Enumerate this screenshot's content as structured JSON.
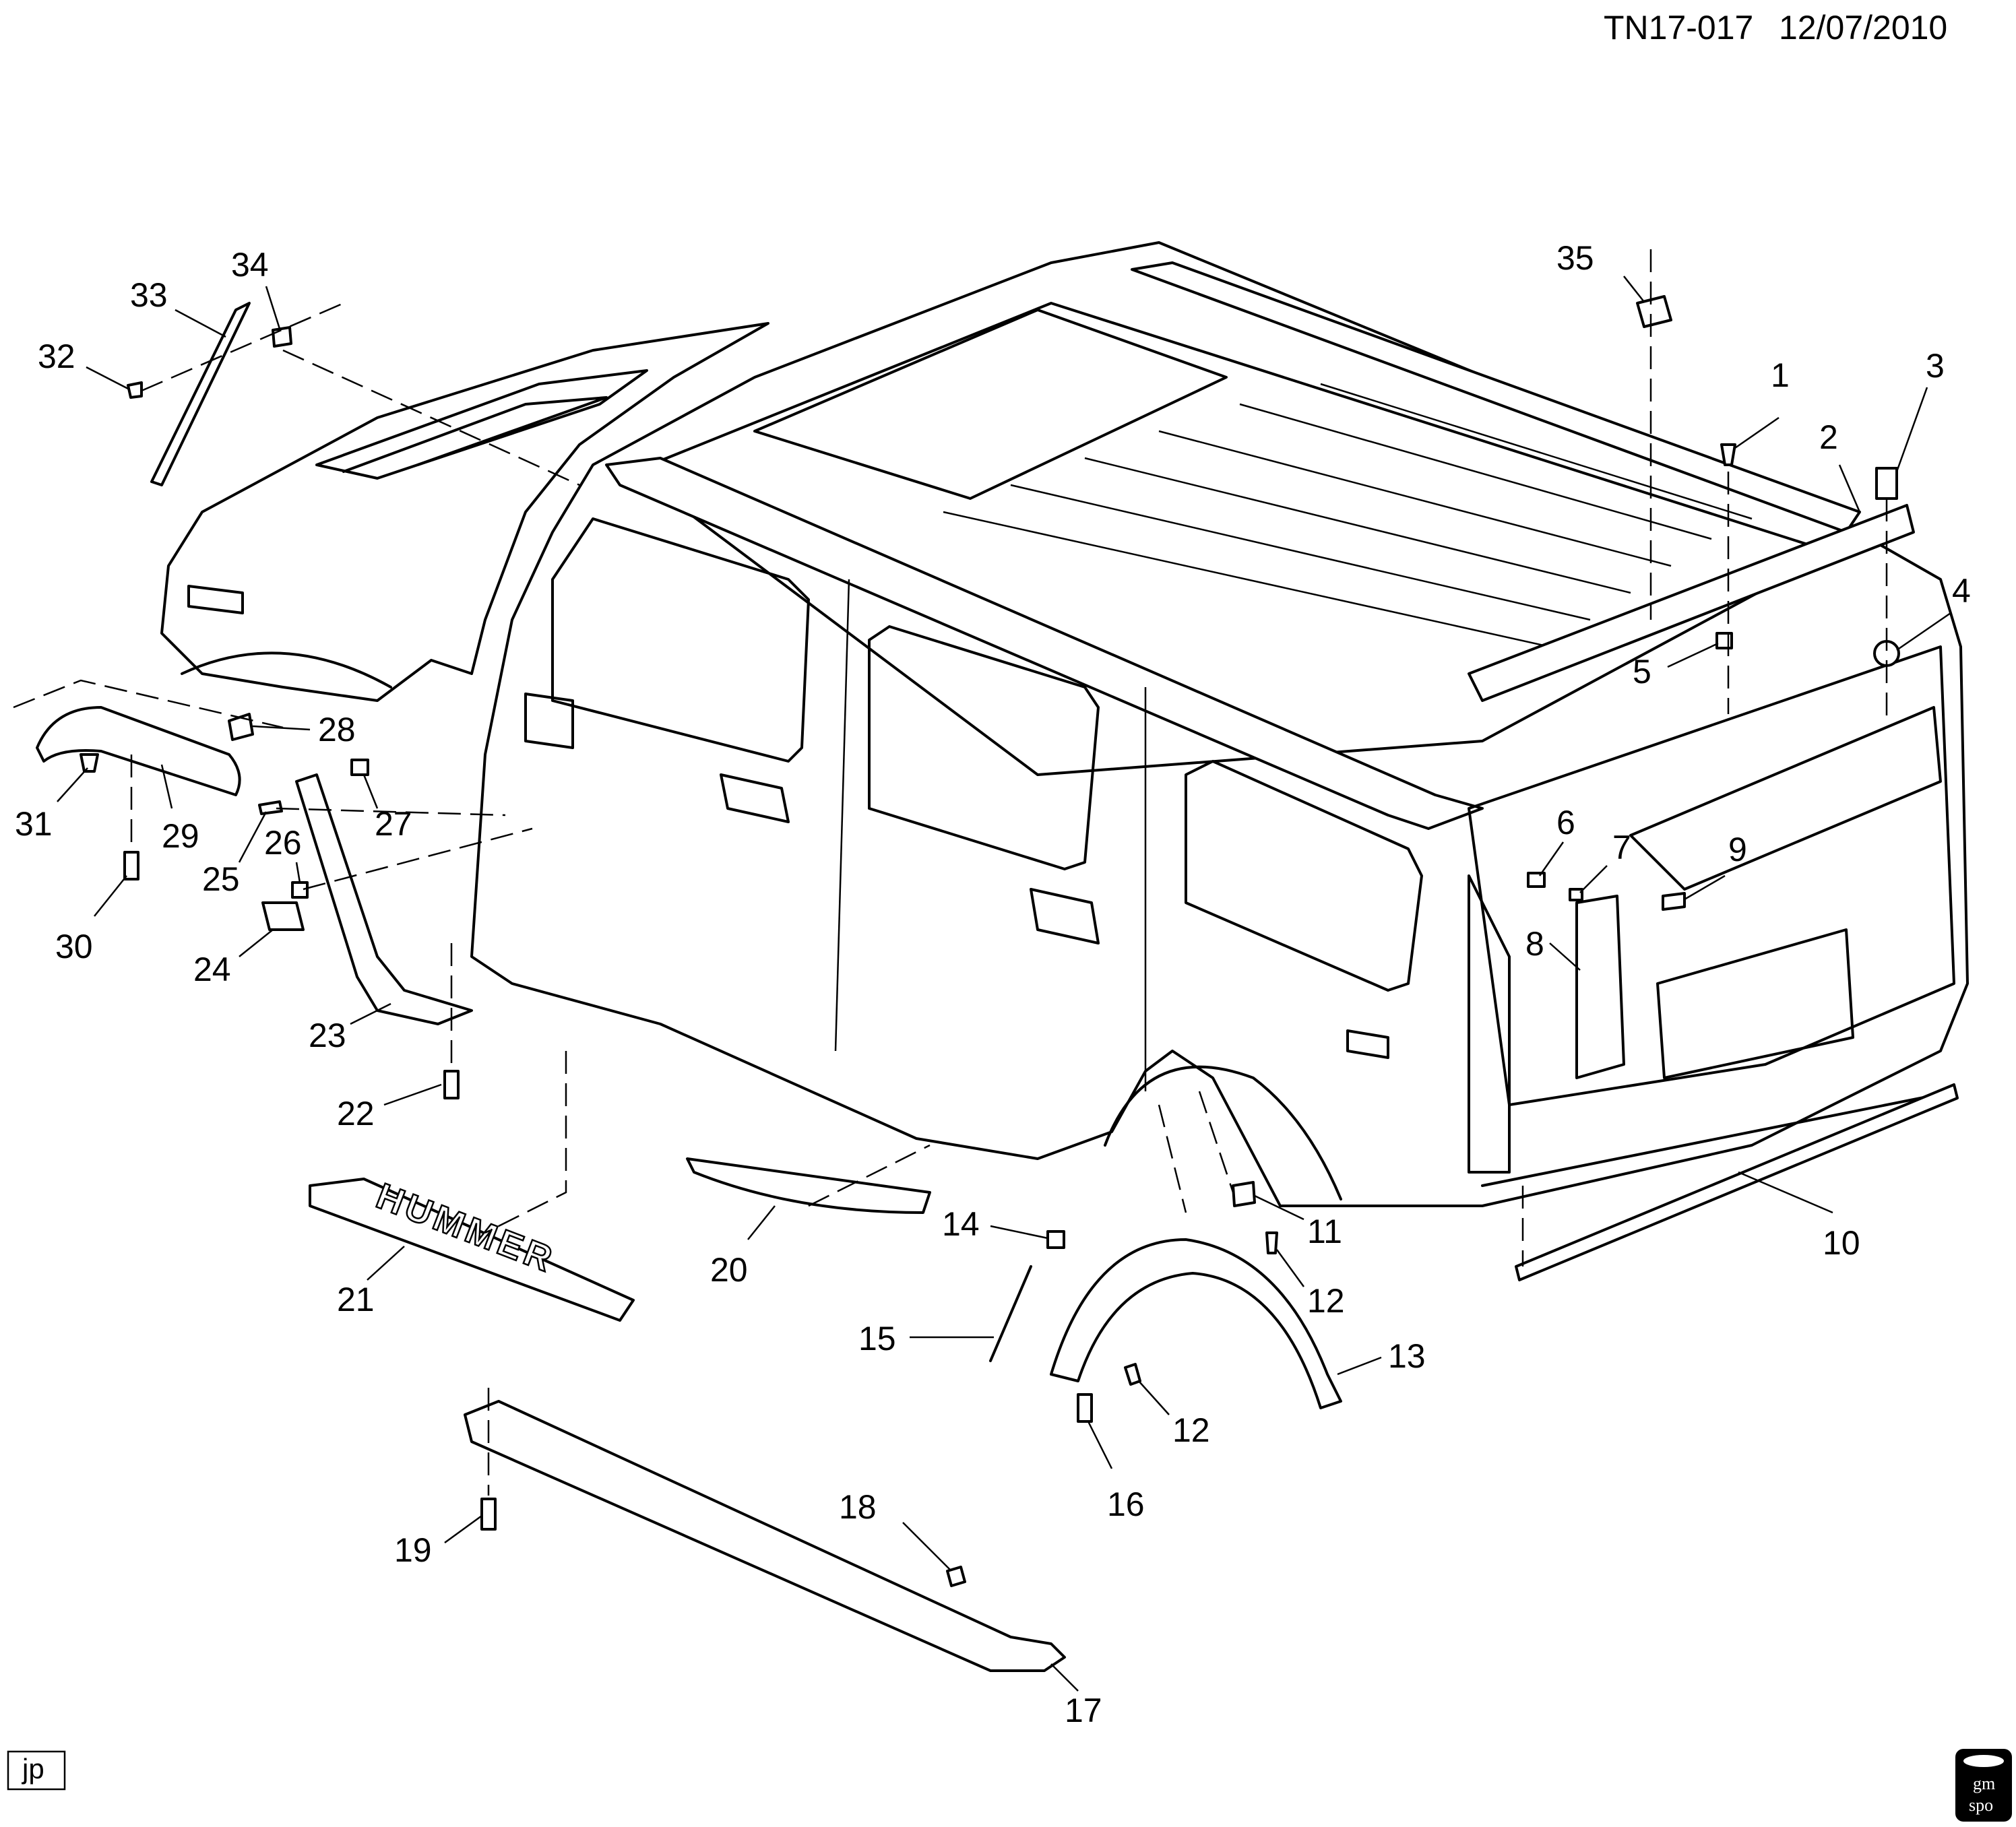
{
  "header": {
    "id": "TN17-017",
    "date": "12/07/2010"
  },
  "footer": {
    "author_initials": "jp",
    "logo_line1": "gm",
    "logo_line2": "spo"
  },
  "emblem_text": "HUMMER",
  "callouts": [
    "1",
    "2",
    "3",
    "4",
    "5",
    "6",
    "7",
    "8",
    "9",
    "10",
    "11",
    "12",
    "12",
    "13",
    "14",
    "15",
    "16",
    "17",
    "18",
    "19",
    "20",
    "21",
    "22",
    "23",
    "24",
    "25",
    "26",
    "27",
    "28",
    "29",
    "30",
    "31",
    "32",
    "33",
    "34",
    "35"
  ]
}
